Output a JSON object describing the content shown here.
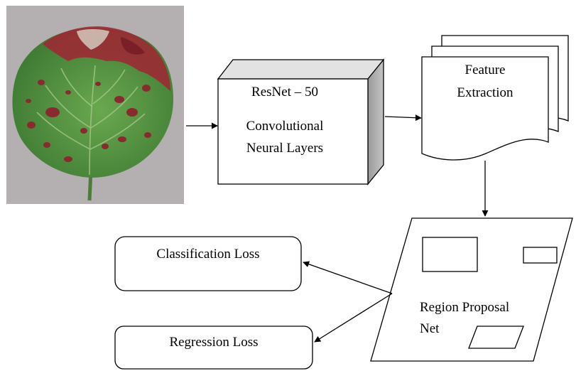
{
  "cnn": {
    "title": "ResNet – 50",
    "line1": "Convolutional",
    "line2": "Neural Layers"
  },
  "features": {
    "line1": "Feature",
    "line2": "Extraction"
  },
  "rpn": {
    "line1": "Region Proposal",
    "line2": "Net"
  },
  "losses": {
    "classification": "Classification Loss",
    "regression": "Regression Loss"
  },
  "colors": {
    "leaf_green": "#5c9a48",
    "leaf_disease_red": "#9c2a34",
    "background_gray": "#b9b3b5"
  },
  "icons": {
    "input": "leaf-image"
  }
}
